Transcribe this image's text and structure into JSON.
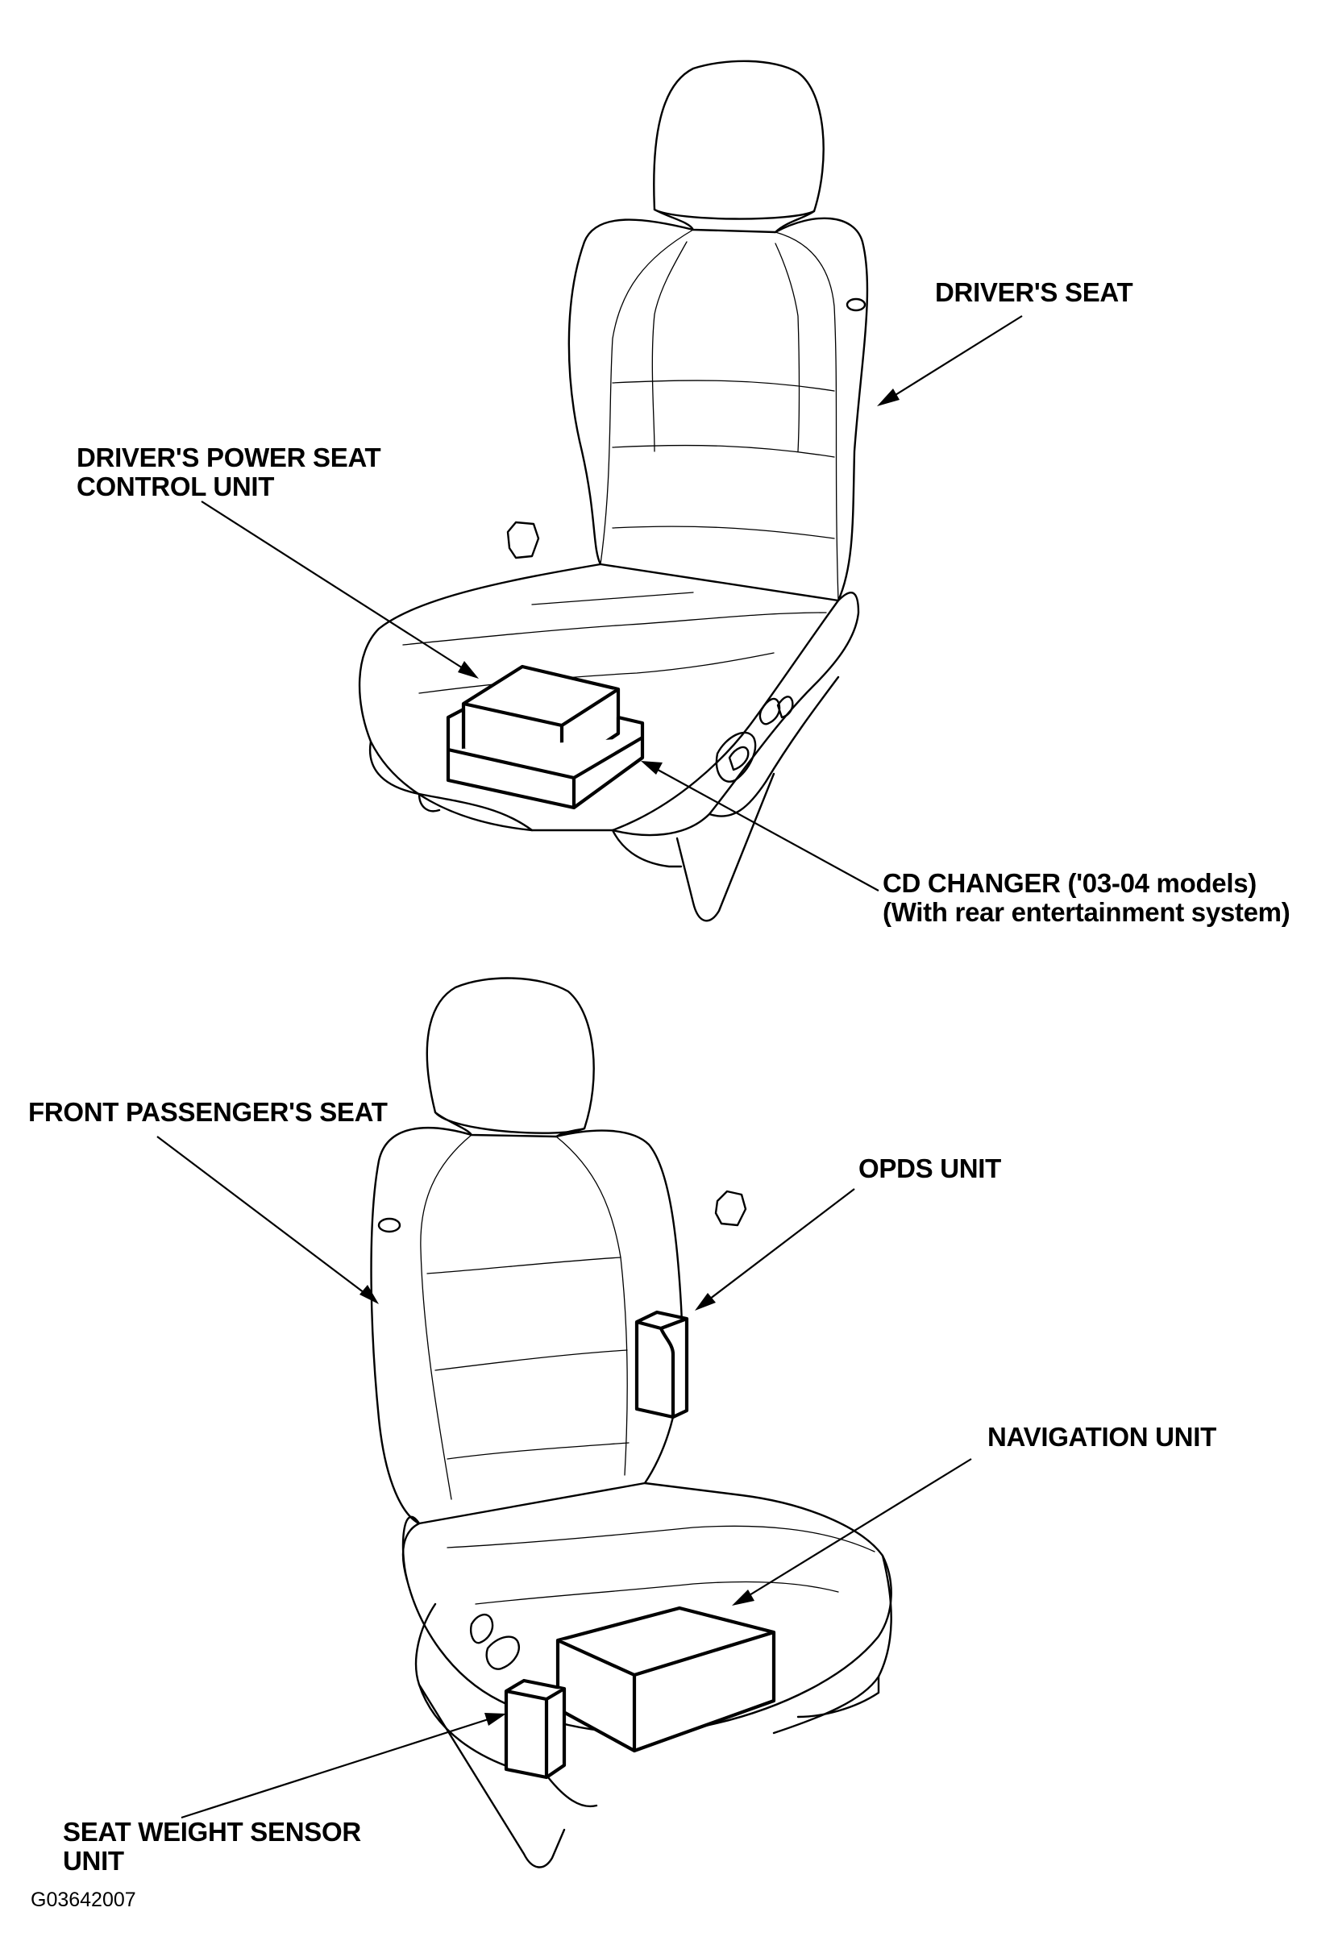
{
  "diagram": {
    "labels": {
      "drivers_seat": "DRIVER'S SEAT",
      "power_seat_unit": [
        "DRIVER'S POWER SEAT",
        "CONTROL UNIT"
      ],
      "cd_changer": [
        "CD CHANGER ('03-04 models)",
        "(With rear entertainment system)"
      ],
      "front_passenger_seat": "FRONT PASSENGER'S SEAT",
      "opds_unit": "OPDS UNIT",
      "navigation_unit": "NAVIGATION UNIT",
      "seat_weight_sensor": [
        "SEAT WEIGHT SENSOR",
        "UNIT"
      ]
    },
    "figure_code": "G03642007"
  }
}
